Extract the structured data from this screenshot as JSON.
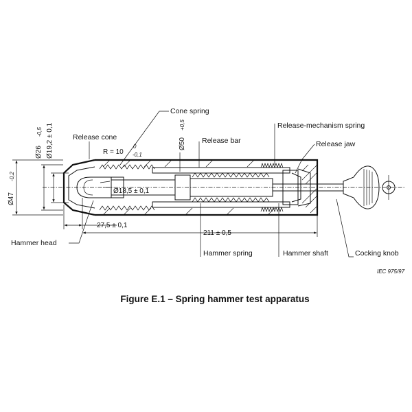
{
  "labels": {
    "cone_spring": "Cone spring",
    "release_cone": "Release cone",
    "release_bar": "Release bar",
    "release_mechanism_spring": "Release-mechanism spring",
    "release_jaw": "Release jaw",
    "hammer_head": "Hammer head",
    "hammer_spring": "Hammer spring",
    "hammer_shaft": "Hammer shaft",
    "cocking_knob": "Cocking knob"
  },
  "dimensions": {
    "dia_26": "Ø26",
    "dia_26_tol": "-0,5",
    "dia_19": "Ø19,2 ± 0,1",
    "dia_47": "Ø47",
    "dia_47_tol": "-0,2",
    "radius": "R = 10",
    "radius_tol_top": "0",
    "radius_tol_bottom": "-0,1",
    "dia_50": "Ø50",
    "dia_50_tol": "+0,5",
    "dia_18": "Ø18,5 ± 0,1",
    "len_27": "27,5 ± 0,1",
    "len_211": "211 ± 0,5"
  },
  "reference": "IEC   975/97",
  "caption": "Figure E.1 – Spring hammer test apparatus"
}
